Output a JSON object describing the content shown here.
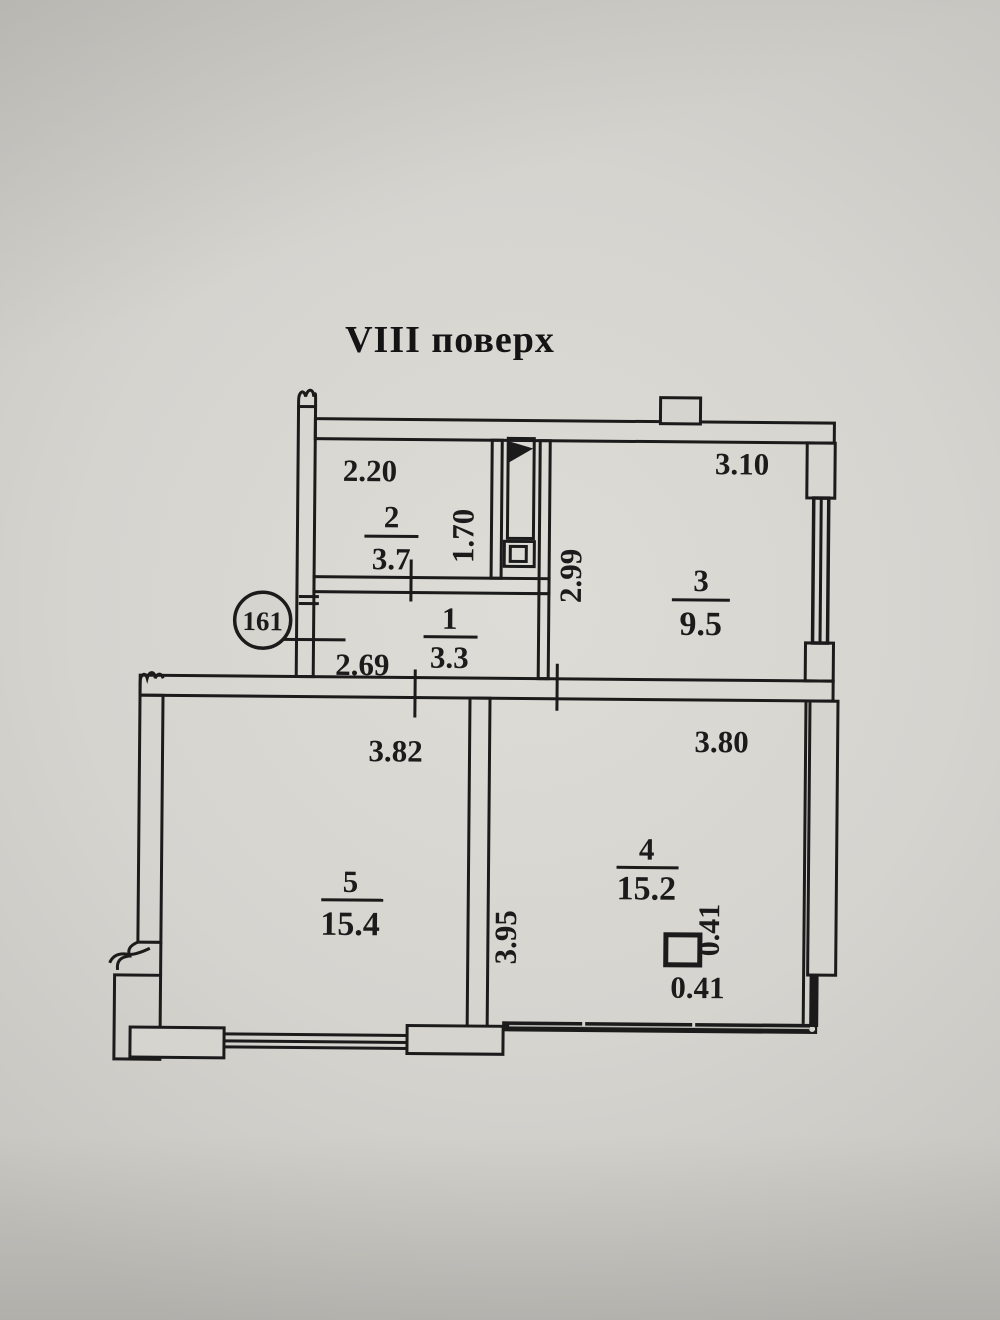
{
  "title": "VIII поверх",
  "apartment_number": "161",
  "colors": {
    "paper": "#d6d4cf",
    "ink": "#1b1b1b"
  },
  "rooms": {
    "r1": {
      "number": "1",
      "area": "3.3",
      "dim_width": "2.69"
    },
    "r2": {
      "number": "2",
      "area": "3.7",
      "dim_width": "2.20",
      "dim_height": "1.70"
    },
    "r3": {
      "number": "3",
      "area": "9.5",
      "dim_width": "3.10",
      "dim_height": "2.99"
    },
    "r4": {
      "number": "4",
      "area": "15.2",
      "dim_width": "3.80",
      "dim_height": "3.95"
    },
    "r5": {
      "number": "5",
      "area": "15.4",
      "dim_width": "3.82"
    }
  },
  "column": {
    "dim_width": "0.41",
    "dim_height": "0.41"
  }
}
